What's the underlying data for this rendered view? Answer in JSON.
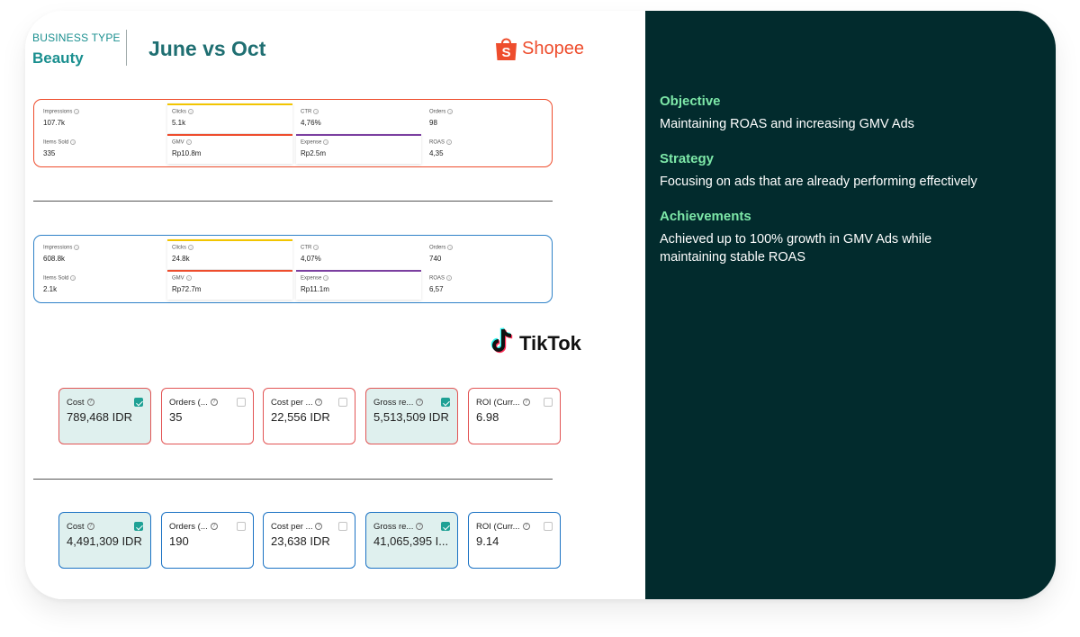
{
  "header": {
    "business_type_label": "BUSINESS TYPE",
    "business_type_value": "Beauty",
    "comparison_title": "June vs Oct"
  },
  "shopee": {
    "brand": "Shopee",
    "brand_letter": "S",
    "brand_color": "#ee4d2d",
    "june": [
      {
        "label": "Impressions",
        "value": "107.7k"
      },
      {
        "label": "Clicks",
        "value": "5.1k",
        "accent": "#f2c500"
      },
      {
        "label": "CTR",
        "value": "4,76%"
      },
      {
        "label": "Orders",
        "value": "98"
      },
      {
        "label": "Items Sold",
        "value": "335"
      },
      {
        "label": "GMV",
        "value": "Rp10.8m",
        "accent": "#ee4d2d"
      },
      {
        "label": "Expense",
        "value": "Rp2.5m",
        "accent": "#7b3fa0"
      },
      {
        "label": "ROAS",
        "value": "4,35"
      }
    ],
    "oct": [
      {
        "label": "Impressions",
        "value": "608.8k"
      },
      {
        "label": "Clicks",
        "value": "24.8k",
        "accent": "#f2c500"
      },
      {
        "label": "CTR",
        "value": "4,07%"
      },
      {
        "label": "Orders",
        "value": "740"
      },
      {
        "label": "Items Sold",
        "value": "2.1k"
      },
      {
        "label": "GMV",
        "value": "Rp72.7m",
        "accent": "#ee4d2d"
      },
      {
        "label": "Expense",
        "value": "Rp11.1m",
        "accent": "#7b3fa0"
      },
      {
        "label": "ROAS",
        "value": "6,57"
      }
    ]
  },
  "tiktok": {
    "brand": "TikTok",
    "june": [
      {
        "label": "Cost",
        "value": "789,468 IDR",
        "checked": true
      },
      {
        "label": "Orders (...",
        "value": "35",
        "checked": false
      },
      {
        "label": "Cost per ...",
        "value": "22,556 IDR",
        "checked": false
      },
      {
        "label": "Gross re...",
        "value": "5,513,509 IDR",
        "checked": true
      },
      {
        "label": "ROI (Curr...",
        "value": "6.98",
        "checked": false
      }
    ],
    "oct": [
      {
        "label": "Cost",
        "value": "4,491,309 IDR",
        "checked": true
      },
      {
        "label": "Orders (...",
        "value": "190",
        "checked": false
      },
      {
        "label": "Cost per ...",
        "value": "23,638 IDR",
        "checked": false
      },
      {
        "label": "Gross re...",
        "value": "41,065,395 I...",
        "checked": true
      },
      {
        "label": "ROI (Curr...",
        "value": "9.14",
        "checked": false
      }
    ]
  },
  "summary": {
    "objective_heading": "Objective",
    "objective_text": "Maintaining ROAS and increasing GMV Ads",
    "strategy_heading": "Strategy",
    "strategy_text": "Focusing on ads that are already performing effectively",
    "achievements_heading": "Achievements",
    "achievements_text": "Achieved up to 100% growth in GMV Ads while maintaining stable ROAS"
  },
  "colors": {
    "panel_dark": "#022b2d",
    "heading_green": "#7de8a8",
    "teal": "#1a8f8f",
    "check_teal": "#1fa195",
    "june_border": "#e25555",
    "oct_border": "#1c73c4"
  }
}
